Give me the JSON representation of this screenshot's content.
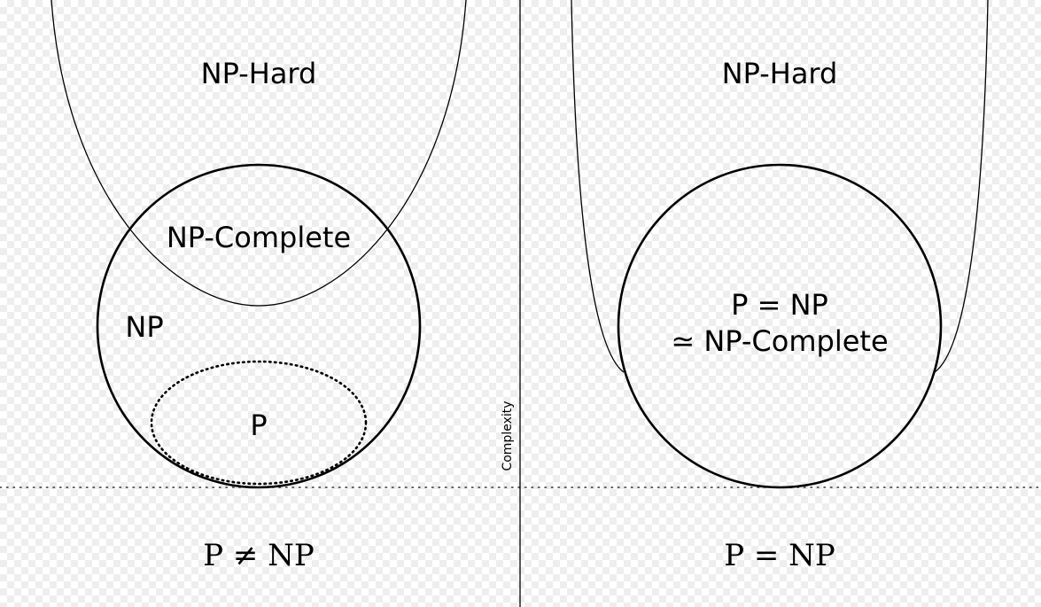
{
  "left_panel": {
    "np_hard_label": "NP-Hard",
    "np_complete_label": "NP-Complete",
    "np_label": "NP",
    "p_label": "P",
    "caption": "P ≠ NP"
  },
  "right_panel": {
    "np_hard_label": "NP-Hard",
    "merged_label_line1": "P = NP",
    "merged_label_line2": "≃ NP-Complete",
    "caption": "P = NP"
  },
  "axis": {
    "label": "Complexity"
  },
  "colors": {
    "stroke": "#000000",
    "background": "#ffffff",
    "checker": "#eeeeee"
  }
}
